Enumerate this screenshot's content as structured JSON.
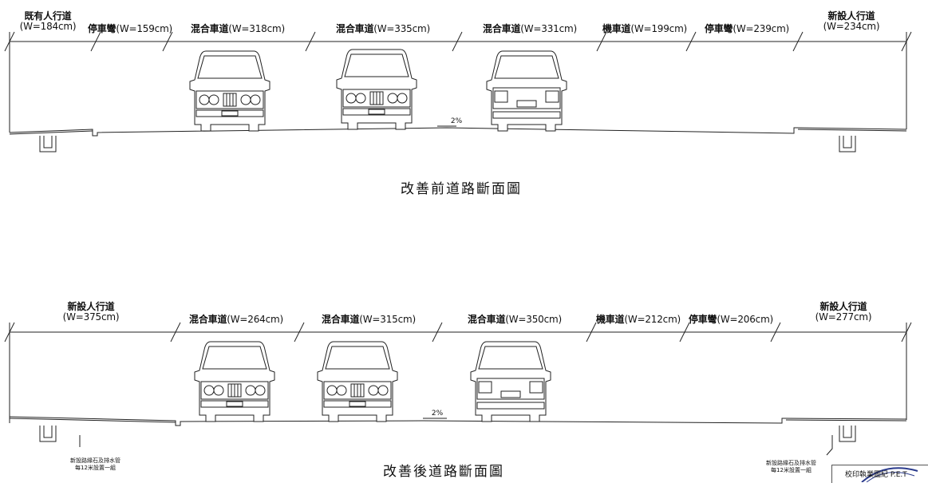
{
  "before": {
    "caption": "改善前道路斷面圖",
    "slope": "2%",
    "segments": [
      {
        "name": "既有人行道",
        "width": "(W=184cm)"
      },
      {
        "name": "停車彎",
        "width": "(W=159cm)"
      },
      {
        "name": "混合車道",
        "width": "(W=318cm)"
      },
      {
        "name": "混合車道",
        "width": "(W=335cm)"
      },
      {
        "name": "混合車道",
        "width": "(W=331cm)"
      },
      {
        "name": "機車道",
        "width": "(W=199cm)"
      },
      {
        "name": "停車彎",
        "width": "(W=239cm)"
      },
      {
        "name": "新設人行道",
        "width": "(W=234cm)"
      }
    ]
  },
  "after": {
    "caption": "改善後道路斷面圖",
    "slope": "2%",
    "segments": [
      {
        "name": "新設人行道",
        "width": "(W=375cm)"
      },
      {
        "name": "混合車道",
        "width": "(W=264cm)"
      },
      {
        "name": "混合車道",
        "width": "(W=315cm)"
      },
      {
        "name": "混合車道",
        "width": "(W=350cm)"
      },
      {
        "name": "機車道",
        "width": "(W=212cm)"
      },
      {
        "name": "停車彎",
        "width": "(W=206cm)"
      },
      {
        "name": "新設人行道",
        "width": "(W=277cm)"
      }
    ],
    "note_left": [
      "新設路緣石及排水管",
      "每12米設置一組"
    ],
    "note_right": [
      "新設路緣石及排水管",
      "每12米設置一組"
    ]
  },
  "title_block": {
    "text": "校印執業圖紀 P.E.T"
  }
}
